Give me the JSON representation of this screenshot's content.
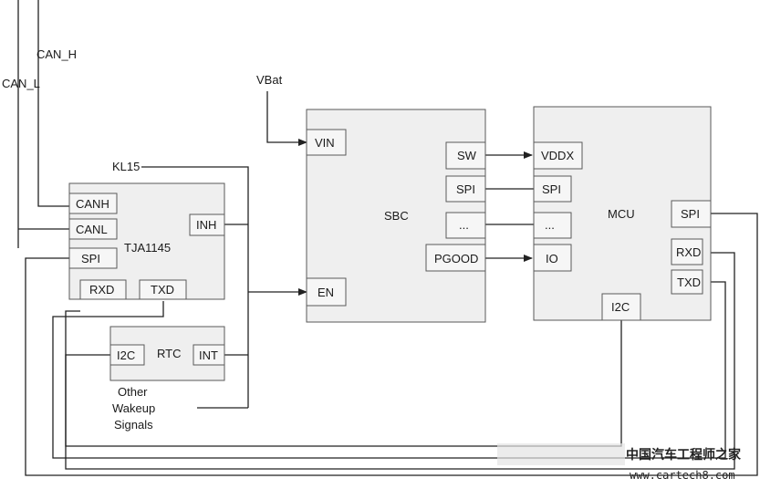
{
  "bus_labels": {
    "can_h": "CAN_H",
    "can_l": "CAN_L"
  },
  "supply_labels": {
    "vbat": "VBat",
    "kl15": "KL15"
  },
  "tja": {
    "name": "TJA1145",
    "pins": {
      "canh": "CANH",
      "canl": "CANL",
      "spi": "SPI",
      "rxd": "RXD",
      "txd": "TXD",
      "inh": "INH"
    }
  },
  "rtc": {
    "name": "RTC",
    "pins": {
      "i2c": "I2C",
      "int": "INT"
    }
  },
  "other_wakeup": {
    "line1": "Other",
    "line2": "Wakeup",
    "line3": "Signals"
  },
  "sbc": {
    "name": "SBC",
    "pins": {
      "vin": "VIN",
      "en": "EN",
      "sw": "SW",
      "spi": "SPI",
      "dots": "...",
      "pgood": "PGOOD"
    }
  },
  "mcu": {
    "name": "MCU",
    "pins": {
      "vddx": "VDDX",
      "spi_left": "SPI",
      "dots": "...",
      "io": "IO",
      "i2c": "I2C",
      "spi_right": "SPI",
      "rxd": "RXD",
      "txd": "TXD"
    }
  },
  "watermark": {
    "site_name": "中国汽车工程师之家",
    "url": "www.cartech8.com"
  },
  "colors": {
    "block_fill": "#efefef",
    "stroke": "#222222"
  }
}
